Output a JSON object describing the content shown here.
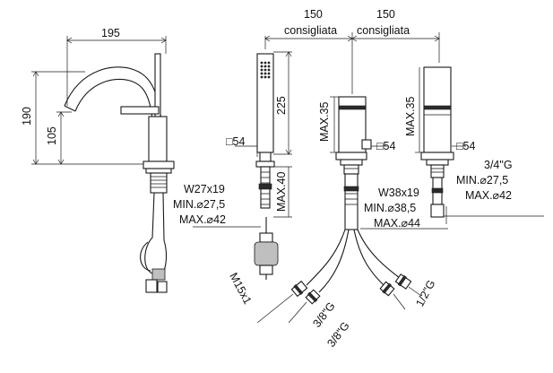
{
  "dims": {
    "spout_reach": "195",
    "height_total": "190",
    "height_spout": "105",
    "handshower_length": "225",
    "handshower_square": "□54",
    "handshower_max": "MAX.40",
    "w27_thread": "W27x19",
    "w27_min": "MIN.⌀27,5",
    "w27_max": "MAX.⌀42",
    "spacing_left": "150",
    "spacing_left_note": "consigliata",
    "spacing_right": "150",
    "spacing_right_note": "consigliata",
    "mixer_max": "MAX.35",
    "mixer_square": "□54",
    "mixer_thread": "W38x19",
    "mixer_min": "MIN.⌀38,5",
    "mixer_maxd": "MAX.⌀44",
    "diverter_max": "MAX.35",
    "diverter_square": "□54",
    "diverter_thread": "3/4\"G",
    "diverter_min": "MIN.⌀27,5",
    "diverter_maxd": "MAX.⌀42",
    "hose_m15": "M15x1",
    "hose_a": "3/8\"G",
    "hose_b": "3/8\"G",
    "hose_c": "1/2\"G"
  }
}
